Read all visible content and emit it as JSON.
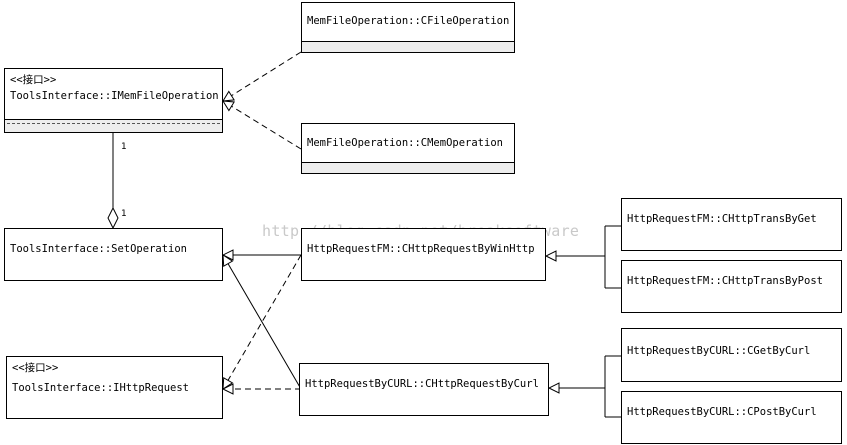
{
  "classes": {
    "mem_file_operation": {
      "stereotype": "<<接口>>",
      "name": "ToolsInterface::IMemFileOperation"
    },
    "cfile_operation": {
      "name": "MemFileOperation::CFileOperation"
    },
    "cmem_operation": {
      "name": "MemFileOperation::CMemOperation"
    },
    "set_operation": {
      "name": "ToolsInterface::SetOperation"
    },
    "ihttp_request": {
      "stereotype": "<<接口>>",
      "name": "ToolsInterface::IHttpRequest"
    },
    "chttp_request_by_winhttp": {
      "name": "HttpRequestFM::CHttpRequestByWinHttp"
    },
    "chttp_request_by_curl": {
      "name": "HttpRequestByCURL::CHttpRequestByCurl"
    },
    "chttp_trans_by_get": {
      "name": "HttpRequestFM::CHttpTransByGet"
    },
    "chttp_trans_by_post": {
      "name": "HttpRequestFM::CHttpTransByPost"
    },
    "cget_by_curl": {
      "name": "HttpRequestByCURL::CGetByCurl"
    },
    "cpost_by_curl": {
      "name": "HttpRequestByCURL::CPostByCurl"
    }
  },
  "multiplicity": {
    "top": "1",
    "bottom": "1"
  },
  "watermark": "http://blog.csdn.net/breaksoftware",
  "colors": {
    "line": "#000000",
    "compartment": "#ededed",
    "watermark": "#c9c9c9"
  }
}
